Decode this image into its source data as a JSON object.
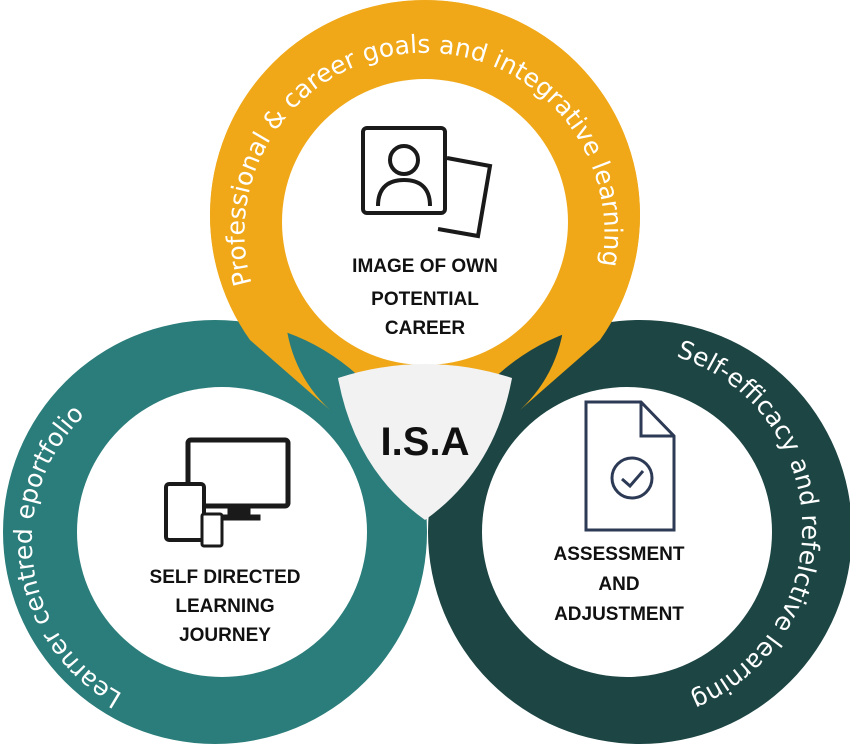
{
  "colors": {
    "top_ring": "#f0a818",
    "left_ring": "#2a7d7a",
    "right_ring": "#1c4543",
    "center_fill": "#f2f2f2",
    "icon_stroke": "#1a1a1a",
    "doc_stroke": "#2d3a55"
  },
  "center": {
    "label": "I.S.A"
  },
  "circles": {
    "top": {
      "ring_text": "Professional & career goals and integrative learning",
      "icon": "portrait-cards-icon",
      "label_lines": [
        "IMAGE OF OWN",
        "POTENTIAL",
        "CAREER"
      ]
    },
    "left": {
      "ring_text": "Learner centred eportfolio",
      "icon": "devices-icon",
      "label_lines": [
        "SELF DIRECTED",
        "LEARNING",
        "JOURNEY"
      ]
    },
    "right": {
      "ring_text": "Self-efficacy and refelctive learning",
      "icon": "document-check-icon",
      "label_lines": [
        "ASSESSMENT",
        "AND",
        "ADJUSTMENT"
      ]
    }
  }
}
